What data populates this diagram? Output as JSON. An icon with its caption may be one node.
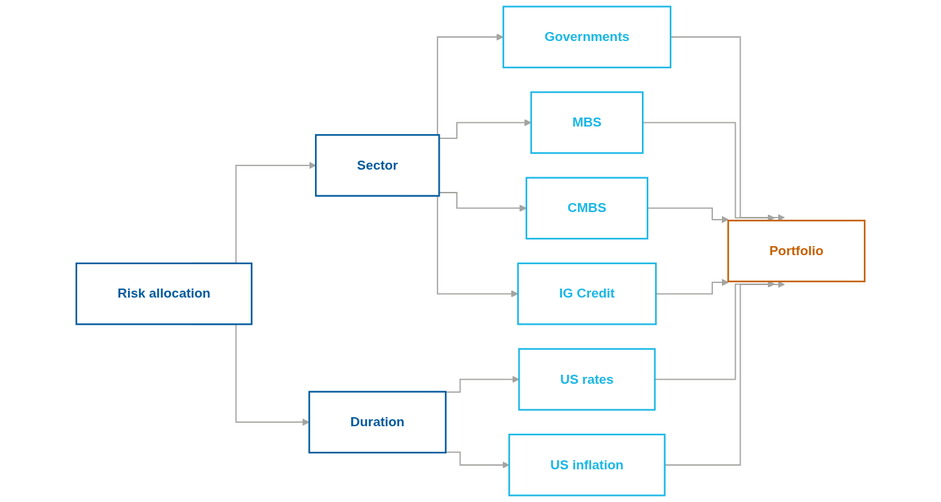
{
  "diagram": {
    "nodes": [
      {
        "text": [
          "Risk allocation"
        ]
      },
      {
        "text": [
          "Sector"
        ]
      },
      {
        "text": [
          "Duration"
        ]
      },
      {
        "text": [
          "Governments"
        ]
      },
      {
        "text": [
          "MBS"
        ]
      },
      {
        "text": [
          "CMBS"
        ]
      },
      {
        "text": [
          "IG Credit"
        ]
      },
      {
        "text": [
          "US rates"
        ]
      },
      {
        "text": [
          "US inflation"
        ]
      },
      {
        "text": [
          "Portfolio"
        ]
      }
    ],
    "edges": [
      {
        "from": 0,
        "to": 1,
        "arrow": "to"
      },
      {
        "from": 0,
        "to": 2,
        "arrow": "to"
      },
      {
        "from": 1,
        "to": 3,
        "arrow": "to"
      },
      {
        "from": 1,
        "to": 4,
        "arrow": "to"
      },
      {
        "from": 1,
        "to": 5,
        "arrow": "to"
      },
      {
        "from": 1,
        "to": 6,
        "arrow": "to"
      },
      {
        "from": 2,
        "to": 7,
        "arrow": "to"
      },
      {
        "from": 2,
        "to": 8,
        "arrow": "to"
      },
      {
        "from": 3,
        "to": 9,
        "arrow": "to"
      },
      {
        "from": 4,
        "to": 9,
        "arrow": "to"
      },
      {
        "from": 5,
        "to": 9,
        "arrow": "to"
      },
      {
        "from": 6,
        "to": 9,
        "arrow": "to"
      },
      {
        "from": 7,
        "to": 9,
        "arrow": "to"
      },
      {
        "from": 8,
        "to": 9,
        "arrow": "to"
      }
    ]
  }
}
